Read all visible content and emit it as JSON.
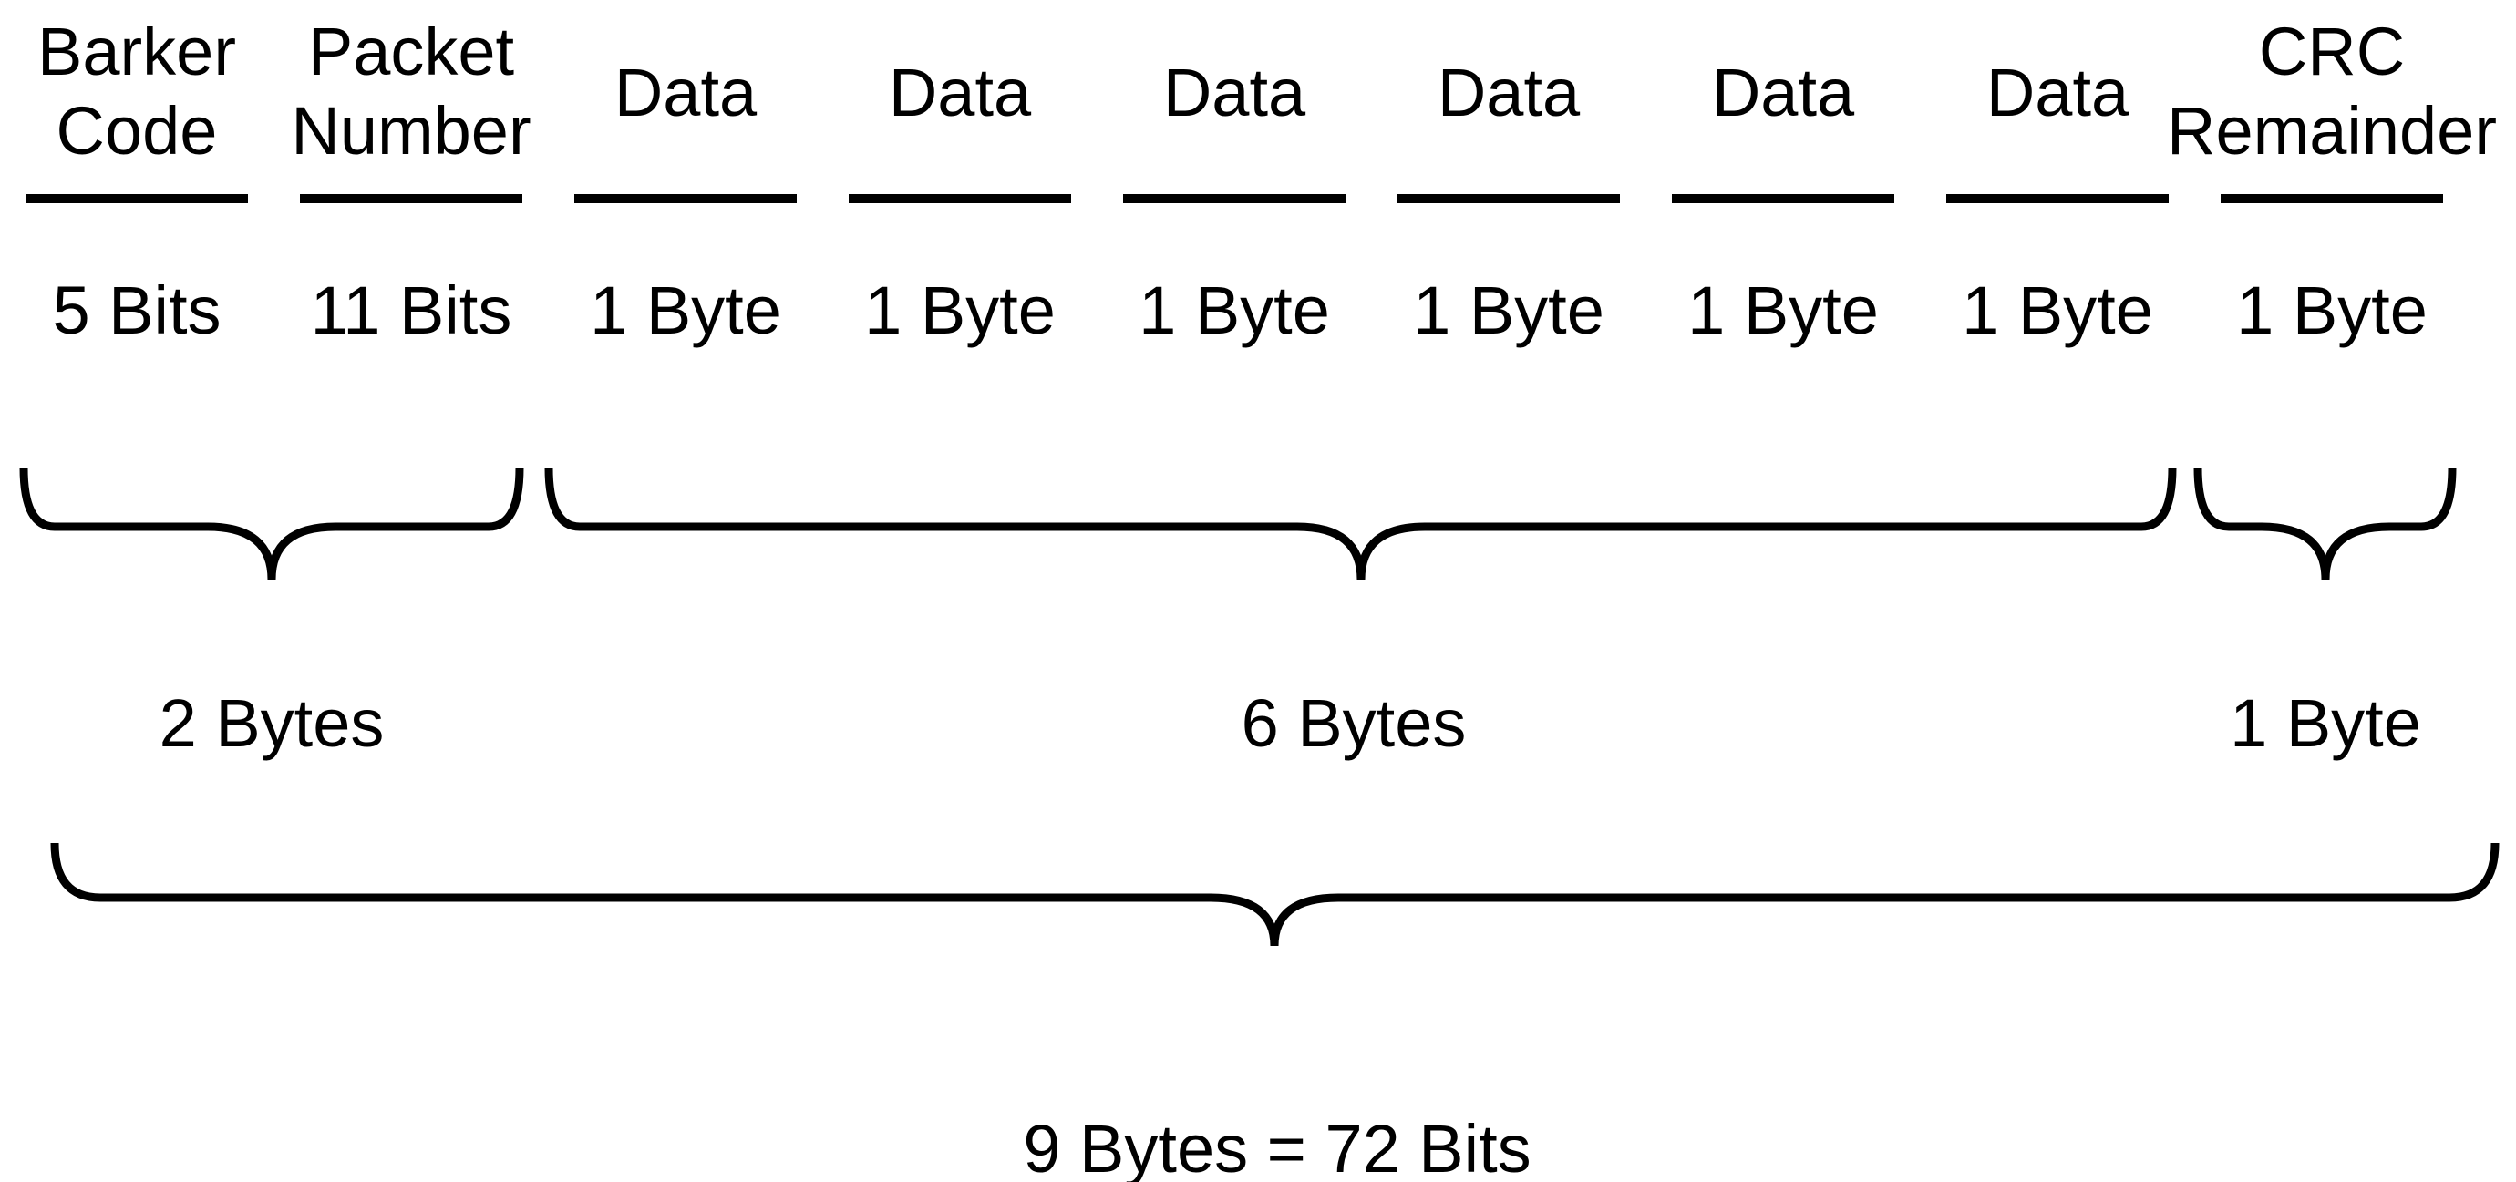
{
  "fields": [
    {
      "line1": "Barker",
      "line2": "Code",
      "size": "5 Bits"
    },
    {
      "line1": "Packet",
      "line2": "Number",
      "size": "11 Bits"
    },
    {
      "line1": "Data",
      "line2": "",
      "size": "1 Byte"
    },
    {
      "line1": "Data",
      "line2": "",
      "size": "1 Byte"
    },
    {
      "line1": "Data",
      "line2": "",
      "size": "1 Byte"
    },
    {
      "line1": "Data",
      "line2": "",
      "size": "1 Byte"
    },
    {
      "line1": "Data",
      "line2": "",
      "size": "1 Byte"
    },
    {
      "line1": "Data",
      "line2": "",
      "size": "1 Byte"
    },
    {
      "line1": "CRC",
      "line2": "Remainder",
      "size": "1 Byte"
    }
  ],
  "groups": [
    {
      "label": "2 Bytes"
    },
    {
      "label": "6 Bytes"
    },
    {
      "label": "1 Byte"
    }
  ],
  "total": {
    "label": "9 Bytes = 72 Bits"
  },
  "colors": {
    "foreground": "#000000",
    "background": "#ffffff"
  }
}
